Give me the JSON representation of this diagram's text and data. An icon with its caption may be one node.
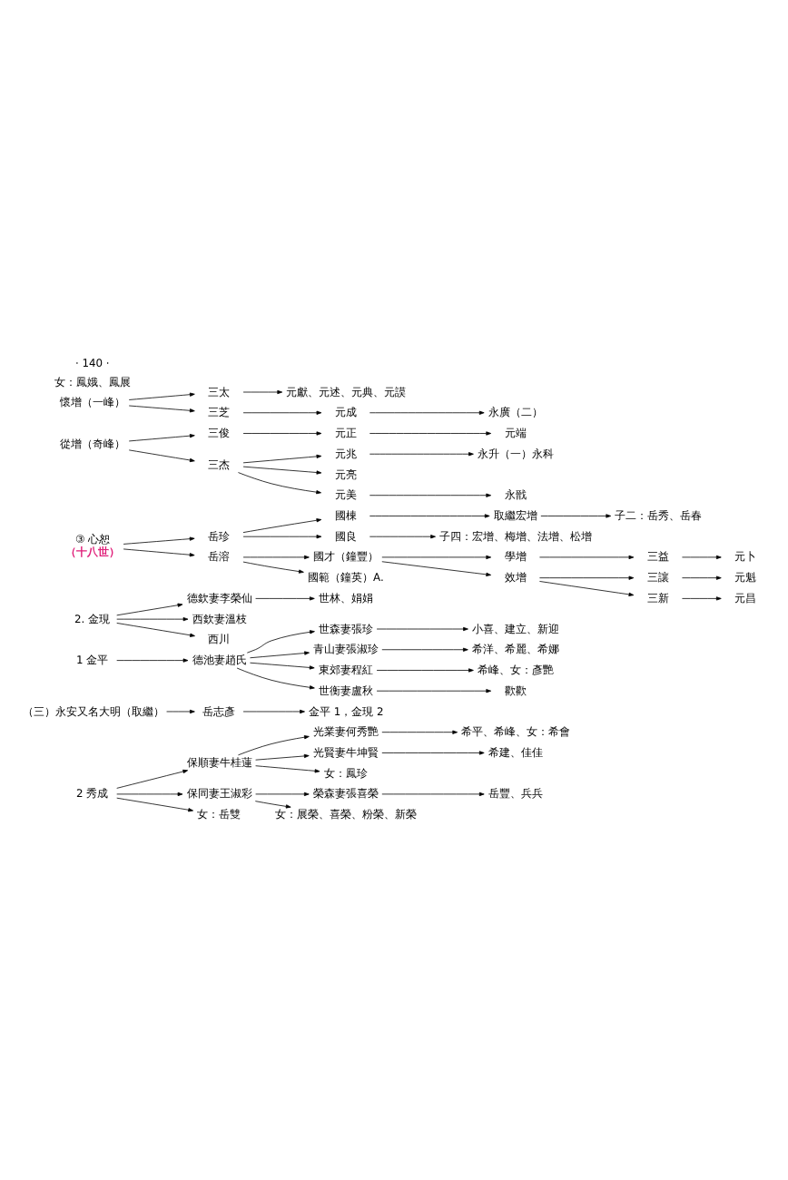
{
  "diagram": {
    "nodes": [
      {
        "text": [
          "2 秀成"
        ]
      },
      {
        "text": [
          "保順妻牛桂蓮"
        ]
      },
      {
        "text": [
          "光業妻何秀艷"
        ]
      },
      {
        "text": [
          "希平、希峰、女：希會"
        ]
      },
      {
        "text": [
          "光賢妻牛坤賢"
        ]
      },
      {
        "text": [
          "希建、佳佳"
        ]
      },
      {
        "text": [
          "女：鳳珍"
        ]
      },
      {
        "text": [
          "保同妻王淑彩"
        ]
      },
      {
        "text": [
          "榮森妻張喜榮"
        ]
      },
      {
        "text": [
          "岳豐、兵兵"
        ]
      },
      {
        "text": [
          "女：展榮、喜榮、粉榮、新榮"
        ]
      },
      {
        "text": [
          "女：岳雙"
        ]
      },
      {
        "text": [
          "（三）永安又名大明（取繼）"
        ]
      },
      {
        "text": [
          "岳志彥"
        ]
      },
      {
        "text": [
          "金平 1，金現 2"
        ]
      },
      {
        "text": [
          "1 金平"
        ]
      },
      {
        "text": [
          "德池妻趙氏"
        ]
      },
      {
        "text": [
          "世森妻張珍"
        ]
      },
      {
        "text": [
          "小喜、建立、新迎"
        ]
      },
      {
        "text": [
          "青山妻張淑珍"
        ]
      },
      {
        "text": [
          "希洋、希麗、希娜"
        ]
      },
      {
        "text": [
          "東郊妻程紅"
        ]
      },
      {
        "text": [
          "希峰、女：彥艷"
        ]
      },
      {
        "text": [
          "世衡妻盧秋"
        ]
      },
      {
        "text": [
          "歡歡"
        ]
      },
      {
        "text": [
          "2. 金現"
        ]
      },
      {
        "text": [
          "德欽妻李榮仙"
        ]
      },
      {
        "text": [
          "世林、娟娟"
        ]
      },
      {
        "text": [
          "西欽妻溫枝"
        ]
      },
      {
        "text": [
          "西川"
        ]
      },
      {
        "text": [
          "③ 心恕"
        ],
        "beside": [
          "（十八世）"
        ]
      },
      {
        "text": [
          "岳珍"
        ]
      },
      {
        "text": [
          "國棟"
        ]
      },
      {
        "text": [
          "取繼宏增"
        ]
      },
      {
        "text": [
          "子二：岳秀、岳春"
        ]
      },
      {
        "text": [
          "國良"
        ]
      },
      {
        "text": [
          "子四：宏增、梅增、法增、松增"
        ]
      },
      {
        "text": [
          "岳溶"
        ]
      },
      {
        "text": [
          "國才（鐘豐）"
        ]
      },
      {
        "text": [
          "國範（鐘英）A."
        ]
      },
      {
        "text": [
          "學增"
        ]
      },
      {
        "text": [
          "三益"
        ]
      },
      {
        "text": [
          "元卜"
        ]
      },
      {
        "text": [
          "效增"
        ]
      },
      {
        "text": [
          "三讓"
        ]
      },
      {
        "text": [
          "元魁"
        ]
      },
      {
        "text": [
          "三新"
        ]
      },
      {
        "text": [
          "元昌"
        ]
      },
      {
        "text": [
          "從增（奇峰）"
        ]
      },
      {
        "text": [
          "三俊"
        ]
      },
      {
        "text": [
          "元正"
        ]
      },
      {
        "text": [
          "元端"
        ]
      },
      {
        "text": [
          "三杰"
        ]
      },
      {
        "text": [
          "元兆"
        ]
      },
      {
        "text": [
          "永升（一）永科"
        ]
      },
      {
        "text": [
          "元亮"
        ]
      },
      {
        "text": [
          "元美"
        ]
      },
      {
        "text": [
          "永戩"
        ]
      },
      {
        "text": [
          "懷增（一峰）"
        ]
      },
      {
        "text": [
          "三太"
        ]
      },
      {
        "text": [
          "元獻、元述、元典、元謨"
        ]
      },
      {
        "text": [
          "三芝"
        ]
      },
      {
        "text": [
          "元成"
        ]
      },
      {
        "text": [
          "永廣（二）"
        ]
      }
    ],
    "edges": [
      {
        "from": 0,
        "to": 1,
        "arrow": "to"
      },
      {
        "from": 0,
        "to": 7,
        "arrow": "to"
      },
      {
        "from": 0,
        "to": 11,
        "arrow": "to"
      },
      {
        "from": 1,
        "to": 2,
        "arrow": "to"
      },
      {
        "from": 1,
        "to": 4,
        "arrow": "to"
      },
      {
        "from": 1,
        "to": 6,
        "arrow": "to"
      },
      {
        "from": 2,
        "to": 3,
        "arrow": "to"
      },
      {
        "from": 4,
        "to": 5,
        "arrow": "to"
      },
      {
        "from": 7,
        "to": 8,
        "arrow": "to"
      },
      {
        "from": 7,
        "to": 10,
        "arrow": "to"
      },
      {
        "from": 8,
        "to": 9,
        "arrow": "to"
      },
      {
        "from": 12,
        "to": 13,
        "arrow": "to"
      },
      {
        "from": 13,
        "to": 14,
        "arrow": "to"
      },
      {
        "from": 15,
        "to": 16,
        "arrow": "to"
      },
      {
        "from": 16,
        "to": 17,
        "arrow": "to"
      },
      {
        "from": 16,
        "to": 19,
        "arrow": "to"
      },
      {
        "from": 16,
        "to": 21,
        "arrow": "to"
      },
      {
        "from": 16,
        "to": 23,
        "arrow": "to"
      },
      {
        "from": 17,
        "to": 18,
        "arrow": "to"
      },
      {
        "from": 19,
        "to": 20,
        "arrow": "to"
      },
      {
        "from": 21,
        "to": 22,
        "arrow": "to"
      },
      {
        "from": 23,
        "to": 24,
        "arrow": "to"
      },
      {
        "from": 25,
        "to": 26,
        "arrow": "to"
      },
      {
        "from": 25,
        "to": 28,
        "arrow": "to"
      },
      {
        "from": 25,
        "to": 29,
        "arrow": "to"
      },
      {
        "from": 26,
        "to": 27,
        "arrow": "to"
      },
      {
        "from": 30,
        "to": 31,
        "arrow": "to"
      },
      {
        "from": 30,
        "to": 37,
        "arrow": "to"
      },
      {
        "from": 31,
        "to": 32,
        "arrow": "to"
      },
      {
        "from": 31,
        "to": 35,
        "arrow": "to"
      },
      {
        "from": 32,
        "to": 33,
        "arrow": "to"
      },
      {
        "from": 33,
        "to": 34,
        "arrow": "to"
      },
      {
        "from": 35,
        "to": 36,
        "arrow": "to"
      },
      {
        "from": 37,
        "to": 38,
        "arrow": "to"
      },
      {
        "from": 37,
        "to": 39,
        "arrow": "to"
      },
      {
        "from": 38,
        "to": 40,
        "arrow": "to"
      },
      {
        "from": 38,
        "to": 43,
        "arrow": "to"
      },
      {
        "from": 40,
        "to": 41,
        "arrow": "to"
      },
      {
        "from": 41,
        "to": 42,
        "arrow": "to"
      },
      {
        "from": 43,
        "to": 44,
        "arrow": "to"
      },
      {
        "from": 43,
        "to": 46,
        "arrow": "to"
      },
      {
        "from": 44,
        "to": 45,
        "arrow": "to"
      },
      {
        "from": 46,
        "to": 47,
        "arrow": "to"
      },
      {
        "from": 48,
        "to": 49,
        "arrow": "to"
      },
      {
        "from": 48,
        "to": 52,
        "arrow": "to"
      },
      {
        "from": 49,
        "to": 50,
        "arrow": "to"
      },
      {
        "from": 50,
        "to": 51,
        "arrow": "to"
      },
      {
        "from": 52,
        "to": 53,
        "arrow": "to"
      },
      {
        "from": 52,
        "to": 55,
        "arrow": "to"
      },
      {
        "from": 52,
        "to": 56,
        "arrow": "to"
      },
      {
        "from": 53,
        "to": 54,
        "arrow": "to"
      },
      {
        "from": 56,
        "to": 57,
        "arrow": "to"
      },
      {
        "from": 58,
        "to": 59,
        "arrow": "to"
      },
      {
        "from": 58,
        "to": 61,
        "arrow": "to"
      },
      {
        "from": 59,
        "to": 60,
        "arrow": "to"
      },
      {
        "from": 61,
        "to": 62,
        "arrow": "to"
      },
      {
        "from": 62,
        "to": 63,
        "arrow": "to"
      }
    ],
    "labels": [
      "女：鳳娥、鳳展",
      "· 140 ·"
    ]
  }
}
